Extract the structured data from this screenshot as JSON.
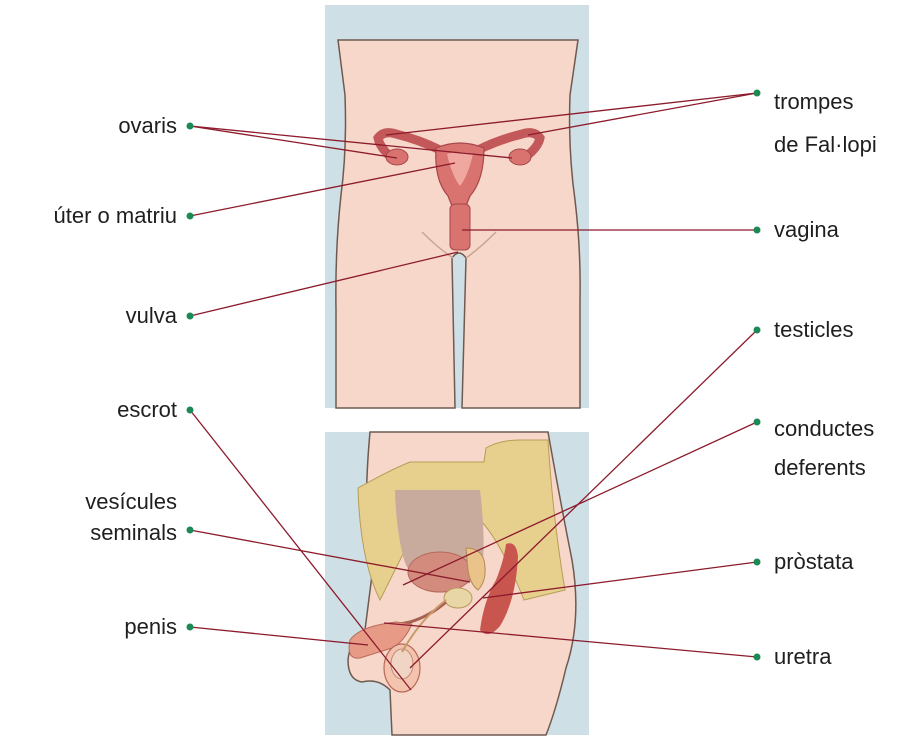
{
  "colors": {
    "panel_bg": "#cfdfe6",
    "skin": "#f7d7c9",
    "skin_outline": "#6f5a52",
    "organ": "#d9736f",
    "organ_dark": "#b8504f",
    "pelvis": "#e7d08e",
    "rectum": "#c8564f",
    "bladder": "#c9ab9d",
    "leader_line": "#8c1b2c",
    "dot": "#1d8a55"
  },
  "labels": {
    "ovaris": "ovaris",
    "uter": "úter o matriu",
    "vulva": "vulva",
    "trompes_1": "trompes",
    "trompes_2": "de Fal·lopi",
    "vagina": "vagina",
    "escrot": "escrot",
    "vesicules_1": "vesícules",
    "vesicules_2": "seminals",
    "penis": "penis",
    "testicles": "testicles",
    "conductes_1": "conductes",
    "conductes_2": "deferents",
    "prostata": "pròstata",
    "uretra": "uretra"
  }
}
